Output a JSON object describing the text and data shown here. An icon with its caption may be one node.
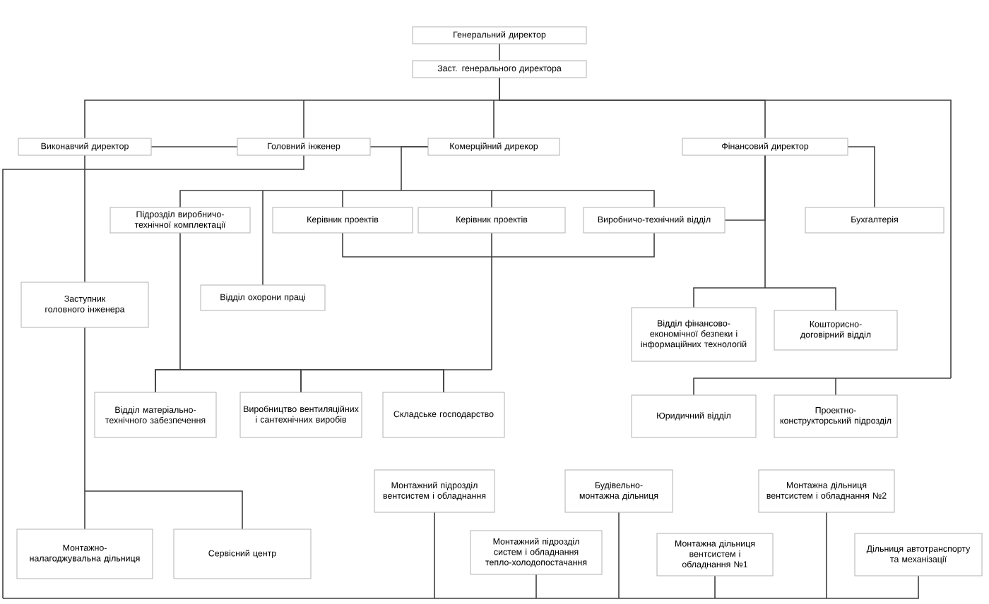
{
  "diagram": {
    "nodes": [
      {
        "text": [
          "Генеральний директор"
        ]
      },
      {
        "text": [
          "Заст. генерального директора"
        ]
      },
      {
        "text": [
          "Виконавчий директор"
        ]
      },
      {
        "text": [
          "Головний інженер"
        ]
      },
      {
        "text": [
          "Комерційний дирекор"
        ]
      },
      {
        "text": [
          "Фінансовий директор"
        ]
      },
      {
        "text": [
          "Підрозділ виробничо-технічної комплектації"
        ]
      },
      {
        "text": [
          "Керівник проектів"
        ]
      },
      {
        "text": [
          "Керівник проектів"
        ]
      },
      {
        "text": [
          "Виробничо-технічний відділ"
        ]
      },
      {
        "text": [
          "Бухгалтерія"
        ]
      },
      {
        "text": [
          "Заступник головного інженера"
        ]
      },
      {
        "text": [
          "Відділ охорони праці"
        ]
      },
      {
        "text": [
          "Відділ фінансово-економічної безпеки і інформаційних технологій"
        ]
      },
      {
        "text": [
          "Кошторисно-договірний відділ"
        ]
      },
      {
        "text": [
          "Відділ матеріально-технічного забезпечення"
        ]
      },
      {
        "text": [
          "Виробництво вентиляційних і сантехнічних виробів"
        ]
      },
      {
        "text": [
          "Складське господарство"
        ]
      },
      {
        "text": [
          "Юридичний відділ"
        ]
      },
      {
        "text": [
          "Проектно-конструкторський підрозділ"
        ]
      },
      {
        "text": [
          "Монтажний підрозділ вентсистем і обладнання"
        ]
      },
      {
        "text": [
          "Будівельно-монтажна дільниця"
        ]
      },
      {
        "text": [
          "Монтажна дільниця вентсистем і обладнання №2"
        ]
      },
      {
        "text": [
          "Монтажно-налагоджувальна дільниця"
        ]
      },
      {
        "text": [
          "Сервісний центр"
        ]
      },
      {
        "text": [
          "Монтажний підрозділ систем і обладнання тепло-холодопостачання"
        ]
      },
      {
        "text": [
          "Монтажна дільниця вентсистем і обладнання №1"
        ]
      },
      {
        "text": [
          "Дільниця автотранспорту та механізації"
        ]
      }
    ],
    "edges": [
      {
        "from": 0,
        "to": 1,
        "arrow": "none"
      },
      {
        "from": 1,
        "to": 2,
        "arrow": "none"
      },
      {
        "from": 1,
        "to": 3,
        "arrow": "none"
      },
      {
        "from": 1,
        "to": 4,
        "arrow": "none"
      },
      {
        "from": 1,
        "to": 5,
        "arrow": "none"
      },
      {
        "from": 1,
        "to": 18,
        "arrow": "none"
      },
      {
        "from": 1,
        "to": 19,
        "arrow": "none"
      },
      {
        "from": 2,
        "to": 3,
        "arrow": "none"
      },
      {
        "from": 3,
        "to": 4,
        "arrow": "none"
      },
      {
        "from": 4,
        "to": 6,
        "arrow": "none"
      },
      {
        "from": 4,
        "to": 7,
        "arrow": "none"
      },
      {
        "from": 4,
        "to": 8,
        "arrow": "none"
      },
      {
        "from": 4,
        "to": 9,
        "arrow": "none"
      },
      {
        "from": 4,
        "to": 12,
        "arrow": "none"
      },
      {
        "from": 7,
        "to": 9,
        "arrow": "none"
      },
      {
        "from": 6,
        "to": 15,
        "arrow": "none"
      },
      {
        "from": 6,
        "to": 16,
        "arrow": "none"
      },
      {
        "from": 6,
        "to": 17,
        "arrow": "none"
      },
      {
        "from": 8,
        "to": 15,
        "arrow": "none"
      },
      {
        "from": 8,
        "to": 16,
        "arrow": "none"
      },
      {
        "from": 8,
        "to": 17,
        "arrow": "none"
      },
      {
        "from": 9,
        "to": 5,
        "arrow": "none"
      },
      {
        "from": 5,
        "to": 13,
        "arrow": "none"
      },
      {
        "from": 5,
        "to": 14,
        "arrow": "none"
      },
      {
        "from": 5,
        "to": 10,
        "arrow": "none"
      },
      {
        "from": 2,
        "to": 11,
        "arrow": "none"
      },
      {
        "from": 11,
        "to": 23,
        "arrow": "none"
      },
      {
        "from": 11,
        "to": 24,
        "arrow": "none"
      },
      {
        "from": 3,
        "to": 20,
        "arrow": "none"
      },
      {
        "from": 3,
        "to": 21,
        "arrow": "none"
      },
      {
        "from": 3,
        "to": 22,
        "arrow": "none"
      },
      {
        "from": 3,
        "to": 25,
        "arrow": "none"
      },
      {
        "from": 3,
        "to": 26,
        "arrow": "none"
      },
      {
        "from": 3,
        "to": 27,
        "arrow": "none"
      }
    ]
  }
}
